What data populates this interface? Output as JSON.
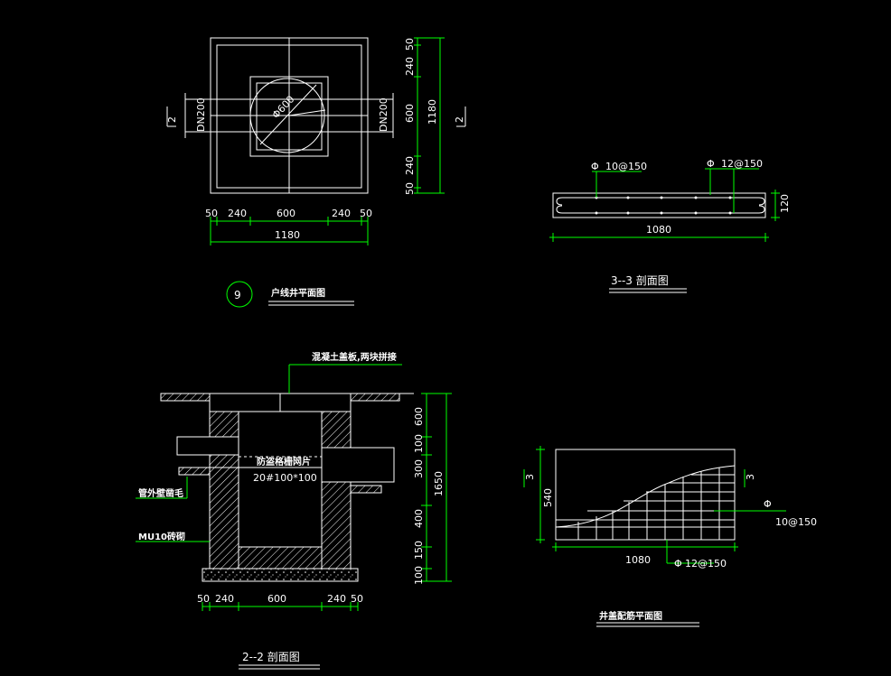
{
  "plan": {
    "title": "户线井平面图",
    "symbol": "9",
    "pipe_left": "DN200",
    "pipe_right": "DN200",
    "circle": "Φ600",
    "section_mark": "2",
    "dims_bottom": [
      "50",
      "240",
      "600",
      "240",
      "50"
    ],
    "total_bottom": "1180",
    "dims_right": [
      "50",
      "240",
      "600",
      "240",
      "50"
    ],
    "total_right": "1180"
  },
  "section33": {
    "title": "3--3 剖面图",
    "rebar_a": "10@150",
    "rebar_b": "12@150",
    "width": "1080",
    "height": "120"
  },
  "section22": {
    "title": "2--2 剖面图",
    "note_cover": "混凝土盖板,两块拼接",
    "note_grille": "防盗格栅网片",
    "note_grille_spec": "20#100*100",
    "note_plaster": "管外壁凿毛",
    "note_brick": "MU10砖砌",
    "dims_bottom": [
      "50",
      "240",
      "600",
      "240",
      "50"
    ],
    "dims_right": [
      "600",
      "100",
      "300",
      "400",
      "150",
      "100"
    ],
    "total_right": "1650"
  },
  "lidplan": {
    "title": "井盖配筋平面图",
    "width": "1080",
    "height": "540",
    "mark": "3",
    "rebar_a": "10@150",
    "rebar_b": "12@150"
  },
  "colors": {
    "line": "#ffffff",
    "dim": "#00ff00",
    "bg": "#000000"
  }
}
